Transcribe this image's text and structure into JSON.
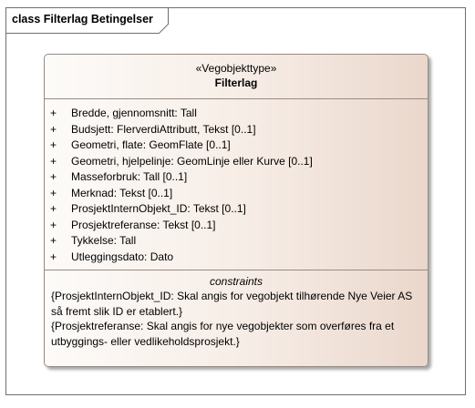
{
  "frame": {
    "label": "class Filterlag Betingelser"
  },
  "class_box": {
    "stereotype": "«Vegobjekttype»",
    "name": "Filterlag",
    "attributes": [
      {
        "visibility": "+",
        "text": "Bredde, gjennomsnitt: Tall"
      },
      {
        "visibility": "+",
        "text": "Budsjett: FlerverdiAttributt, Tekst [0..1]"
      },
      {
        "visibility": "+",
        "text": "Geometri, flate: GeomFlate [0..1]"
      },
      {
        "visibility": "+",
        "text": "Geometri, hjelpelinje: GeomLinje eller Kurve [0..1]"
      },
      {
        "visibility": "+",
        "text": "Masseforbruk: Tall [0..1]"
      },
      {
        "visibility": "+",
        "text": "Merknad: Tekst [0..1]"
      },
      {
        "visibility": "+",
        "text": "ProsjektInternObjekt_ID: Tekst [0..1]"
      },
      {
        "visibility": "+",
        "text": "Prosjektreferanse: Tekst [0..1]"
      },
      {
        "visibility": "+",
        "text": "Tykkelse: Tall"
      },
      {
        "visibility": "+",
        "text": "Utleggingsdato: Dato"
      }
    ],
    "constraints_title": "constraints",
    "constraints": [
      "{ProsjektInternObjekt_ID: Skal angis for vegobjekt tilhørende Nye Veier AS så fremt slik ID er etablert.}",
      "{Prosjektreferanse: Skal angis for nye vegobjekter som overføres fra et utbyggings- eller vedlikeholdsprosjekt.}"
    ]
  }
}
